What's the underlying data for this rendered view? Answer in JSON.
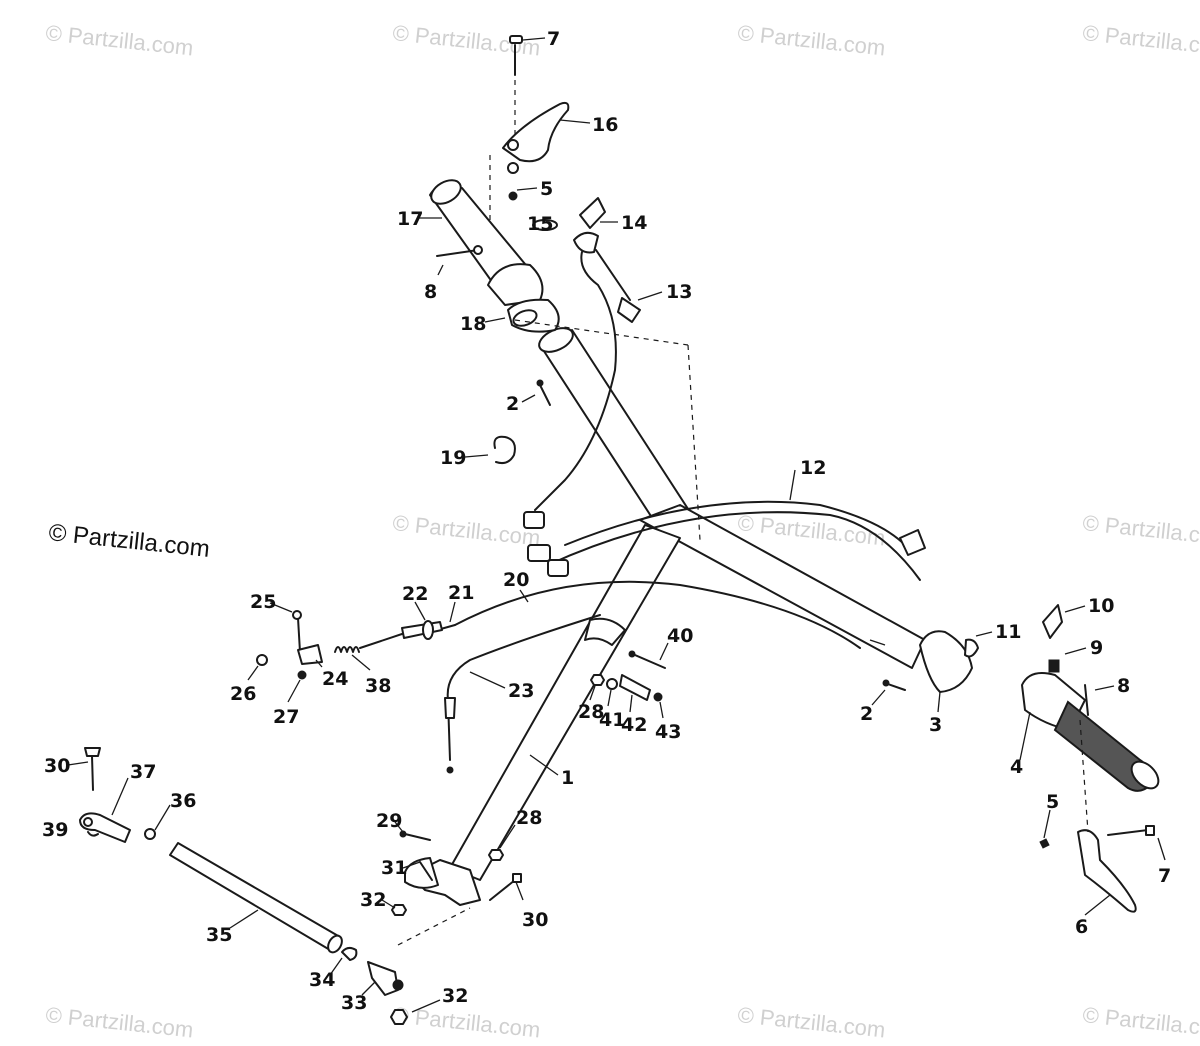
{
  "watermarks": [
    "© Partzilla.com",
    "© Partzilla.com",
    "© Partzilla.com",
    "© Partzilla.com",
    "© Partzilla.com",
    "© Partzilla.com",
    "© Partzilla.com",
    "© Partzilla.com",
    "© Partzilla.com",
    "© Partzilla.com",
    "© Partzilla.com"
  ],
  "watermark_main": "© Partzilla.com",
  "callouts": [
    "1",
    "2",
    "2",
    "3",
    "4",
    "5",
    "5",
    "6",
    "7",
    "7",
    "8",
    "8",
    "9",
    "10",
    "11",
    "12",
    "13",
    "14",
    "15",
    "16",
    "17",
    "18",
    "19",
    "20",
    "21",
    "22",
    "23",
    "24",
    "25",
    "26",
    "27",
    "28",
    "28",
    "29",
    "30",
    "30",
    "31",
    "32",
    "32",
    "33",
    "34",
    "35",
    "36",
    "37",
    "38",
    "39",
    "40",
    "41",
    "42",
    "43"
  ],
  "colors": {
    "ink": "#1a1a1a",
    "watermark": "#d0d0d0",
    "background": "#ffffff"
  }
}
